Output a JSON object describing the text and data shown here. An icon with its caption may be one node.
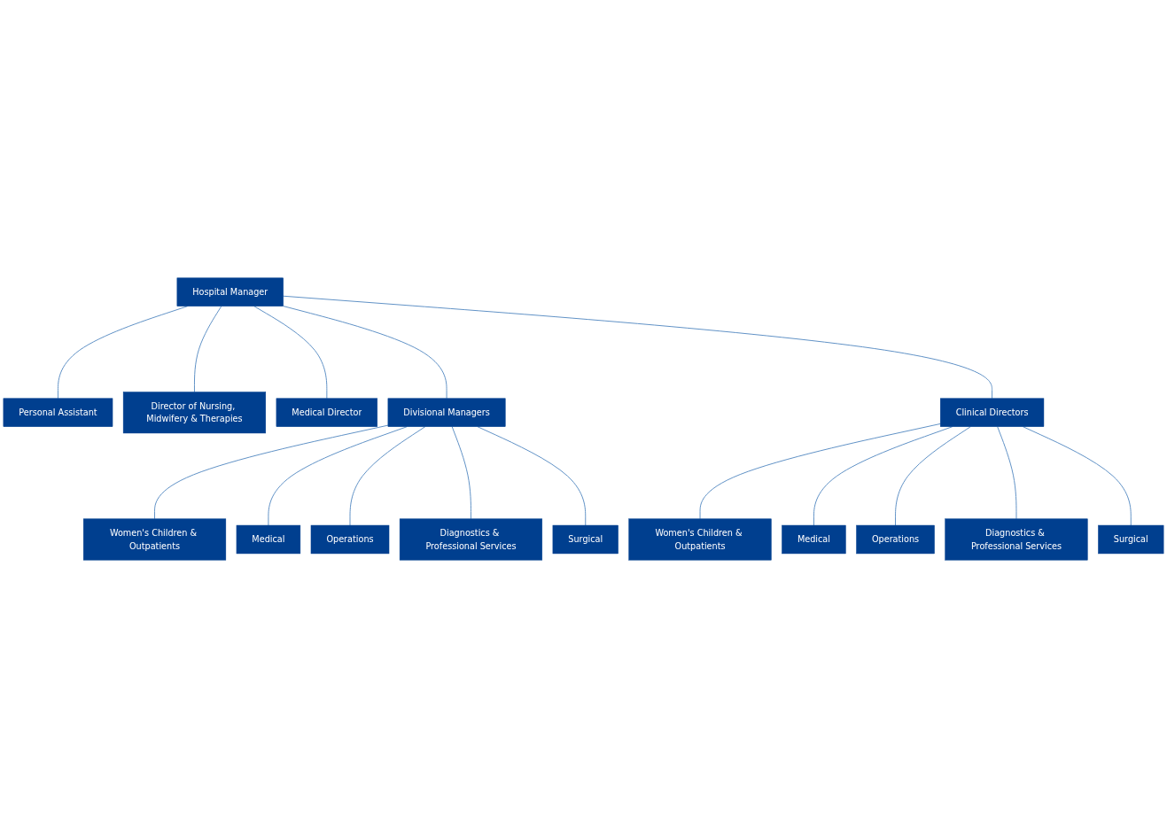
{
  "diagram": {
    "nodes": [
      {
        "text": [
          "Hospital Manager"
        ]
      },
      {
        "text": [
          "Personal Assistant"
        ]
      },
      {
        "text": [
          "Director of Nursing, Midwifery & Therapies"
        ]
      },
      {
        "text": [
          "Medical Director"
        ]
      },
      {
        "text": [
          "Divisional Managers"
        ]
      },
      {
        "text": [
          "Clinical Directors"
        ]
      },
      {
        "text": [
          "Women's Children & Outpatients"
        ]
      },
      {
        "text": [
          "Women's Children & Outpatients"
        ]
      },
      {
        "text": [
          "Medical"
        ]
      },
      {
        "text": [
          "Medical"
        ]
      },
      {
        "text": [
          "Operations"
        ]
      },
      {
        "text": [
          "Operations"
        ]
      },
      {
        "text": [
          "Diagnostics & Professional Services"
        ]
      },
      {
        "text": [
          "Diagnostics & Professional Services"
        ]
      },
      {
        "text": [
          "Surgical"
        ]
      },
      {
        "text": [
          "Surgical"
        ]
      }
    ],
    "edges": [
      {
        "from": 0,
        "to": 1,
        "arrow": "none"
      },
      {
        "from": 0,
        "to": 2,
        "arrow": "none"
      },
      {
        "from": 0,
        "to": 3,
        "arrow": "none"
      },
      {
        "from": 0,
        "to": 4,
        "arrow": "none"
      },
      {
        "from": 0,
        "to": 5,
        "arrow": "none"
      },
      {
        "from": 4,
        "to": 6,
        "arrow": "none"
      },
      {
        "from": 4,
        "to": 8,
        "arrow": "none"
      },
      {
        "from": 4,
        "to": 10,
        "arrow": "none"
      },
      {
        "from": 4,
        "to": 12,
        "arrow": "none"
      },
      {
        "from": 4,
        "to": 14,
        "arrow": "none"
      },
      {
        "from": 5,
        "to": 7,
        "arrow": "none"
      },
      {
        "from": 5,
        "to": 9,
        "arrow": "none"
      },
      {
        "from": 5,
        "to": 11,
        "arrow": "none"
      },
      {
        "from": 5,
        "to": 13,
        "arrow": "none"
      },
      {
        "from": 5,
        "to": 15,
        "arrow": "none"
      }
    ]
  }
}
